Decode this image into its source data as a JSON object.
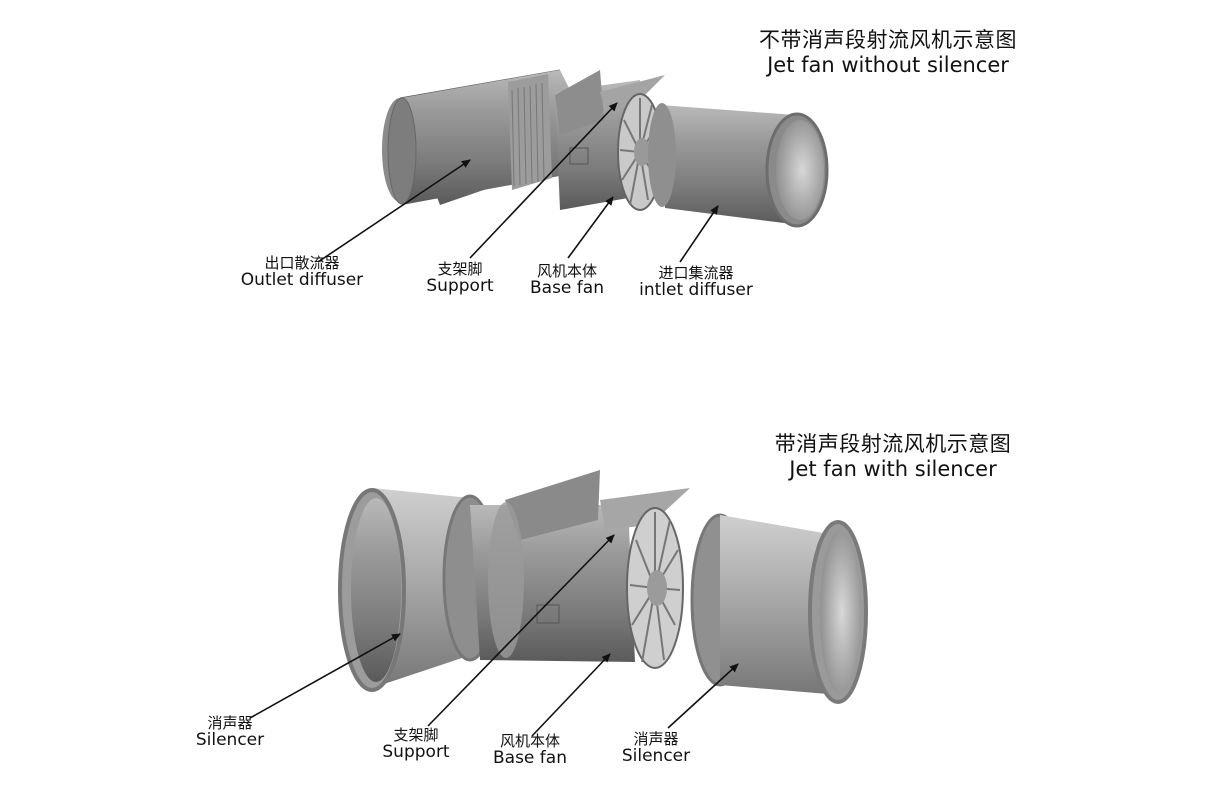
{
  "top": {
    "title_zh": "不带消声段射流风机示意图",
    "title_en": "Jet fan without silencer",
    "labels": {
      "outlet": {
        "zh": "出口散流器",
        "en": "Outlet diffuser"
      },
      "support": {
        "zh": "支架脚",
        "en": "Support"
      },
      "base_fan": {
        "zh": "风机本体",
        "en": "Base fan"
      },
      "inlet": {
        "zh": "进口集流器",
        "en": "intlet diffuser"
      }
    }
  },
  "bottom": {
    "title_zh": "带消声段射流风机示意图",
    "title_en": "Jet fan with silencer",
    "labels": {
      "silencer_left": {
        "zh": "消声器",
        "en": "Silencer"
      },
      "support": {
        "zh": "支架脚",
        "en": "Support"
      },
      "base_fan": {
        "zh": "风机本体",
        "en": "Base fan"
      },
      "silencer_right": {
        "zh": "消声器",
        "en": "Silencer"
      }
    }
  }
}
